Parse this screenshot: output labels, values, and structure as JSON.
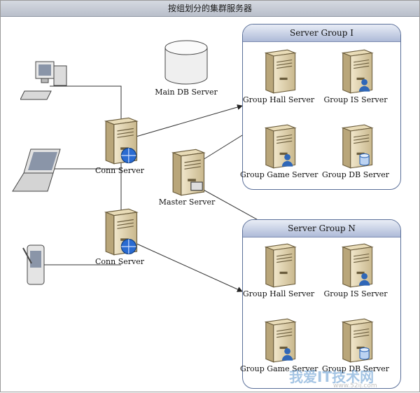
{
  "diagram": {
    "title": "按组划分的集群服务器",
    "groups": [
      {
        "title": "Server Group I"
      },
      {
        "title": "Server Group N"
      }
    ],
    "nodes": {
      "main_db": "Main DB Server",
      "master": "Master Server",
      "conn1": "Conn Server",
      "conn2": "Conn Server",
      "g1_hall": "Group Hall Server",
      "g1_is": "Group IS Server",
      "g1_game": "Group Game Server",
      "g1_db": "Group DB Server",
      "gn_hall": "Group Hall Server",
      "gn_is": "Group IS Server",
      "gn_game": "Group Game Server",
      "gn_db": "Group DB Server"
    },
    "clients": [
      "desktop-computer",
      "laptop",
      "pda"
    ]
  },
  "watermark": {
    "text": "我爱IT技术网",
    "url": "www.52ij.com"
  }
}
